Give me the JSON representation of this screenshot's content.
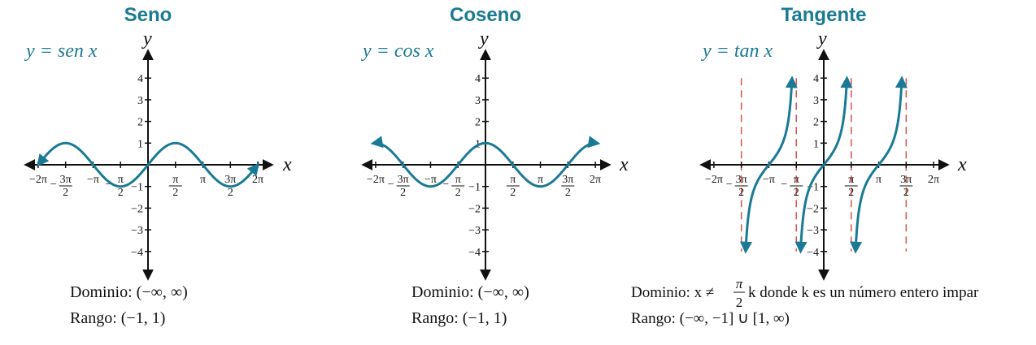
{
  "panels": [
    {
      "id": "seno",
      "title": "Seno",
      "equation": "y = sen x",
      "xlabel": "x",
      "ylabel": "y",
      "x_ticks": [
        "−2π",
        "−3π/2",
        "−π",
        "−π/2",
        "π/2",
        "π",
        "3π/2",
        "2π"
      ],
      "y_ticks": [
        "4",
        "3",
        "2",
        "1",
        "−1",
        "−2",
        "−3",
        "−4"
      ],
      "domain_line": "Dominio: (−∞, ∞)",
      "range_line": "Rango: (−1, 1)"
    },
    {
      "id": "coseno",
      "title": "Coseno",
      "equation": "y = cos x",
      "xlabel": "x",
      "ylabel": "y",
      "x_ticks": [
        "−2π",
        "−3π/2",
        "−π",
        "−π/2",
        "π/2",
        "π",
        "3π/2",
        "2π"
      ],
      "y_ticks": [
        "4",
        "3",
        "2",
        "1",
        "−1",
        "−2",
        "−3",
        "−4"
      ],
      "domain_line": "Dominio: (−∞, ∞)",
      "range_line": "Rango: (−1, 1)"
    },
    {
      "id": "tangente",
      "title": "Tangente",
      "equation": "y = tan x",
      "xlabel": "x",
      "ylabel": "y",
      "x_ticks": [
        "−2π",
        "−3π/2",
        "−π",
        "−π/2",
        "π/2",
        "π",
        "3π/2",
        "2π"
      ],
      "y_ticks": [
        "4",
        "3",
        "2",
        "1",
        "−1",
        "−2",
        "−3",
        "−4"
      ],
      "domain_prefix": "Dominio: x ≠",
      "domain_fraction_num": "π",
      "domain_fraction_den": "2",
      "domain_suffix": "k donde k es un número entero impar",
      "range_line": "Rango: (−∞, −1] ∪ [1, ∞)"
    }
  ],
  "colors": {
    "curve": "#1a7a96",
    "title": "#1a7a96",
    "asymptote": "#d9534f",
    "axis": "#111111"
  }
}
